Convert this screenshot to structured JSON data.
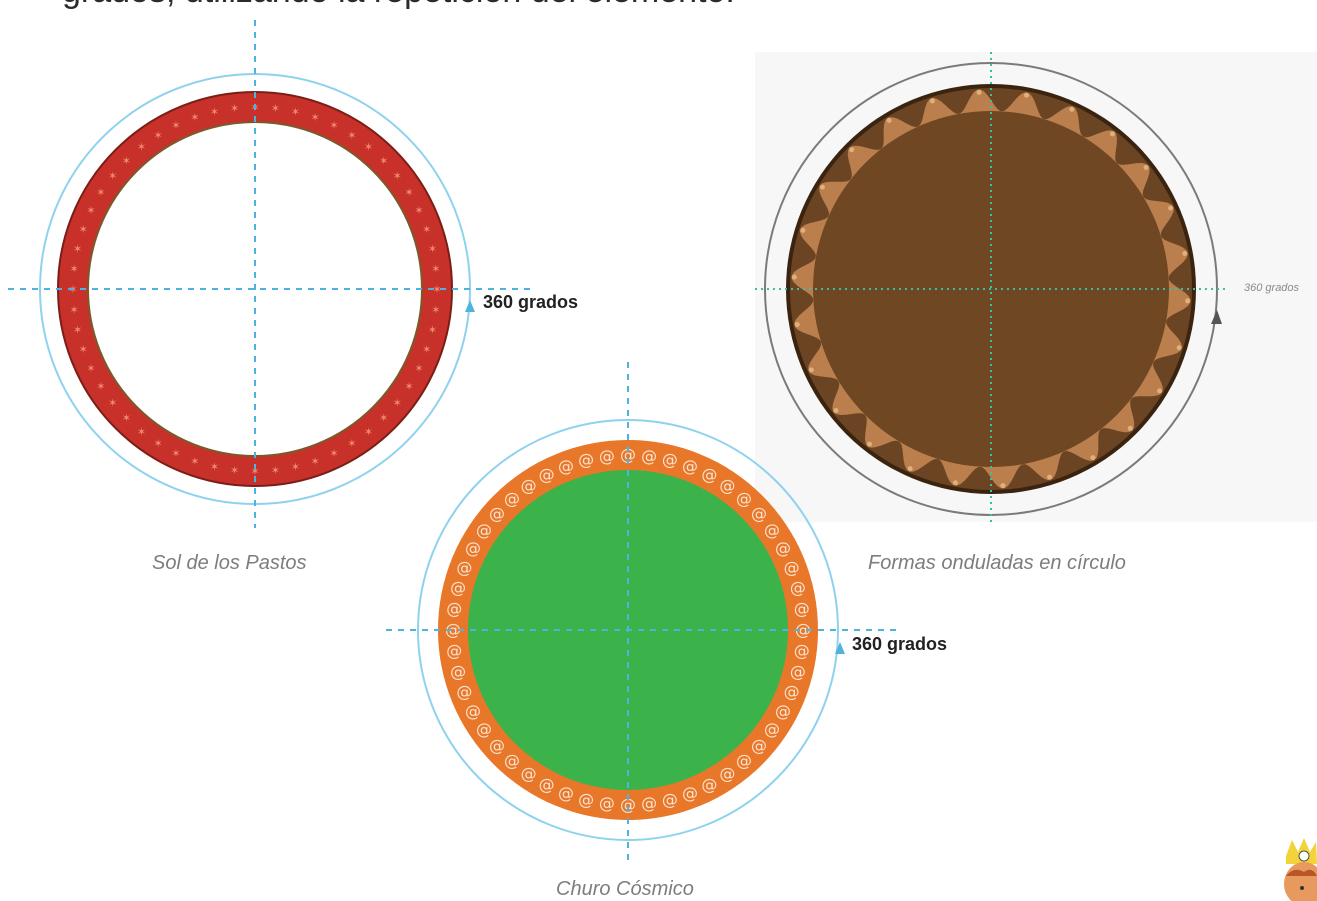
{
  "intro_text": "grados, utilizando la repetición del elemento.",
  "figures": [
    {
      "caption": "Sol de los Pastos",
      "degree_label": "360 grados",
      "ring_color": "#c8312a",
      "inner_color": "#ffffff"
    },
    {
      "caption": "Formas onduladas en círculo",
      "degree_label": "360 grados",
      "ring_color": "#4e3217",
      "inner_color": "#6b4423"
    },
    {
      "caption": "Churo Cósmico",
      "degree_label": "360 grados",
      "ring_color": "#e8772a",
      "inner_color": "#3bb34a"
    }
  ],
  "colors": {
    "guide_line": "#4fb3dd",
    "outer_circle": "#8fd2ee",
    "brown_outer_circle": "#7a7a7a"
  }
}
